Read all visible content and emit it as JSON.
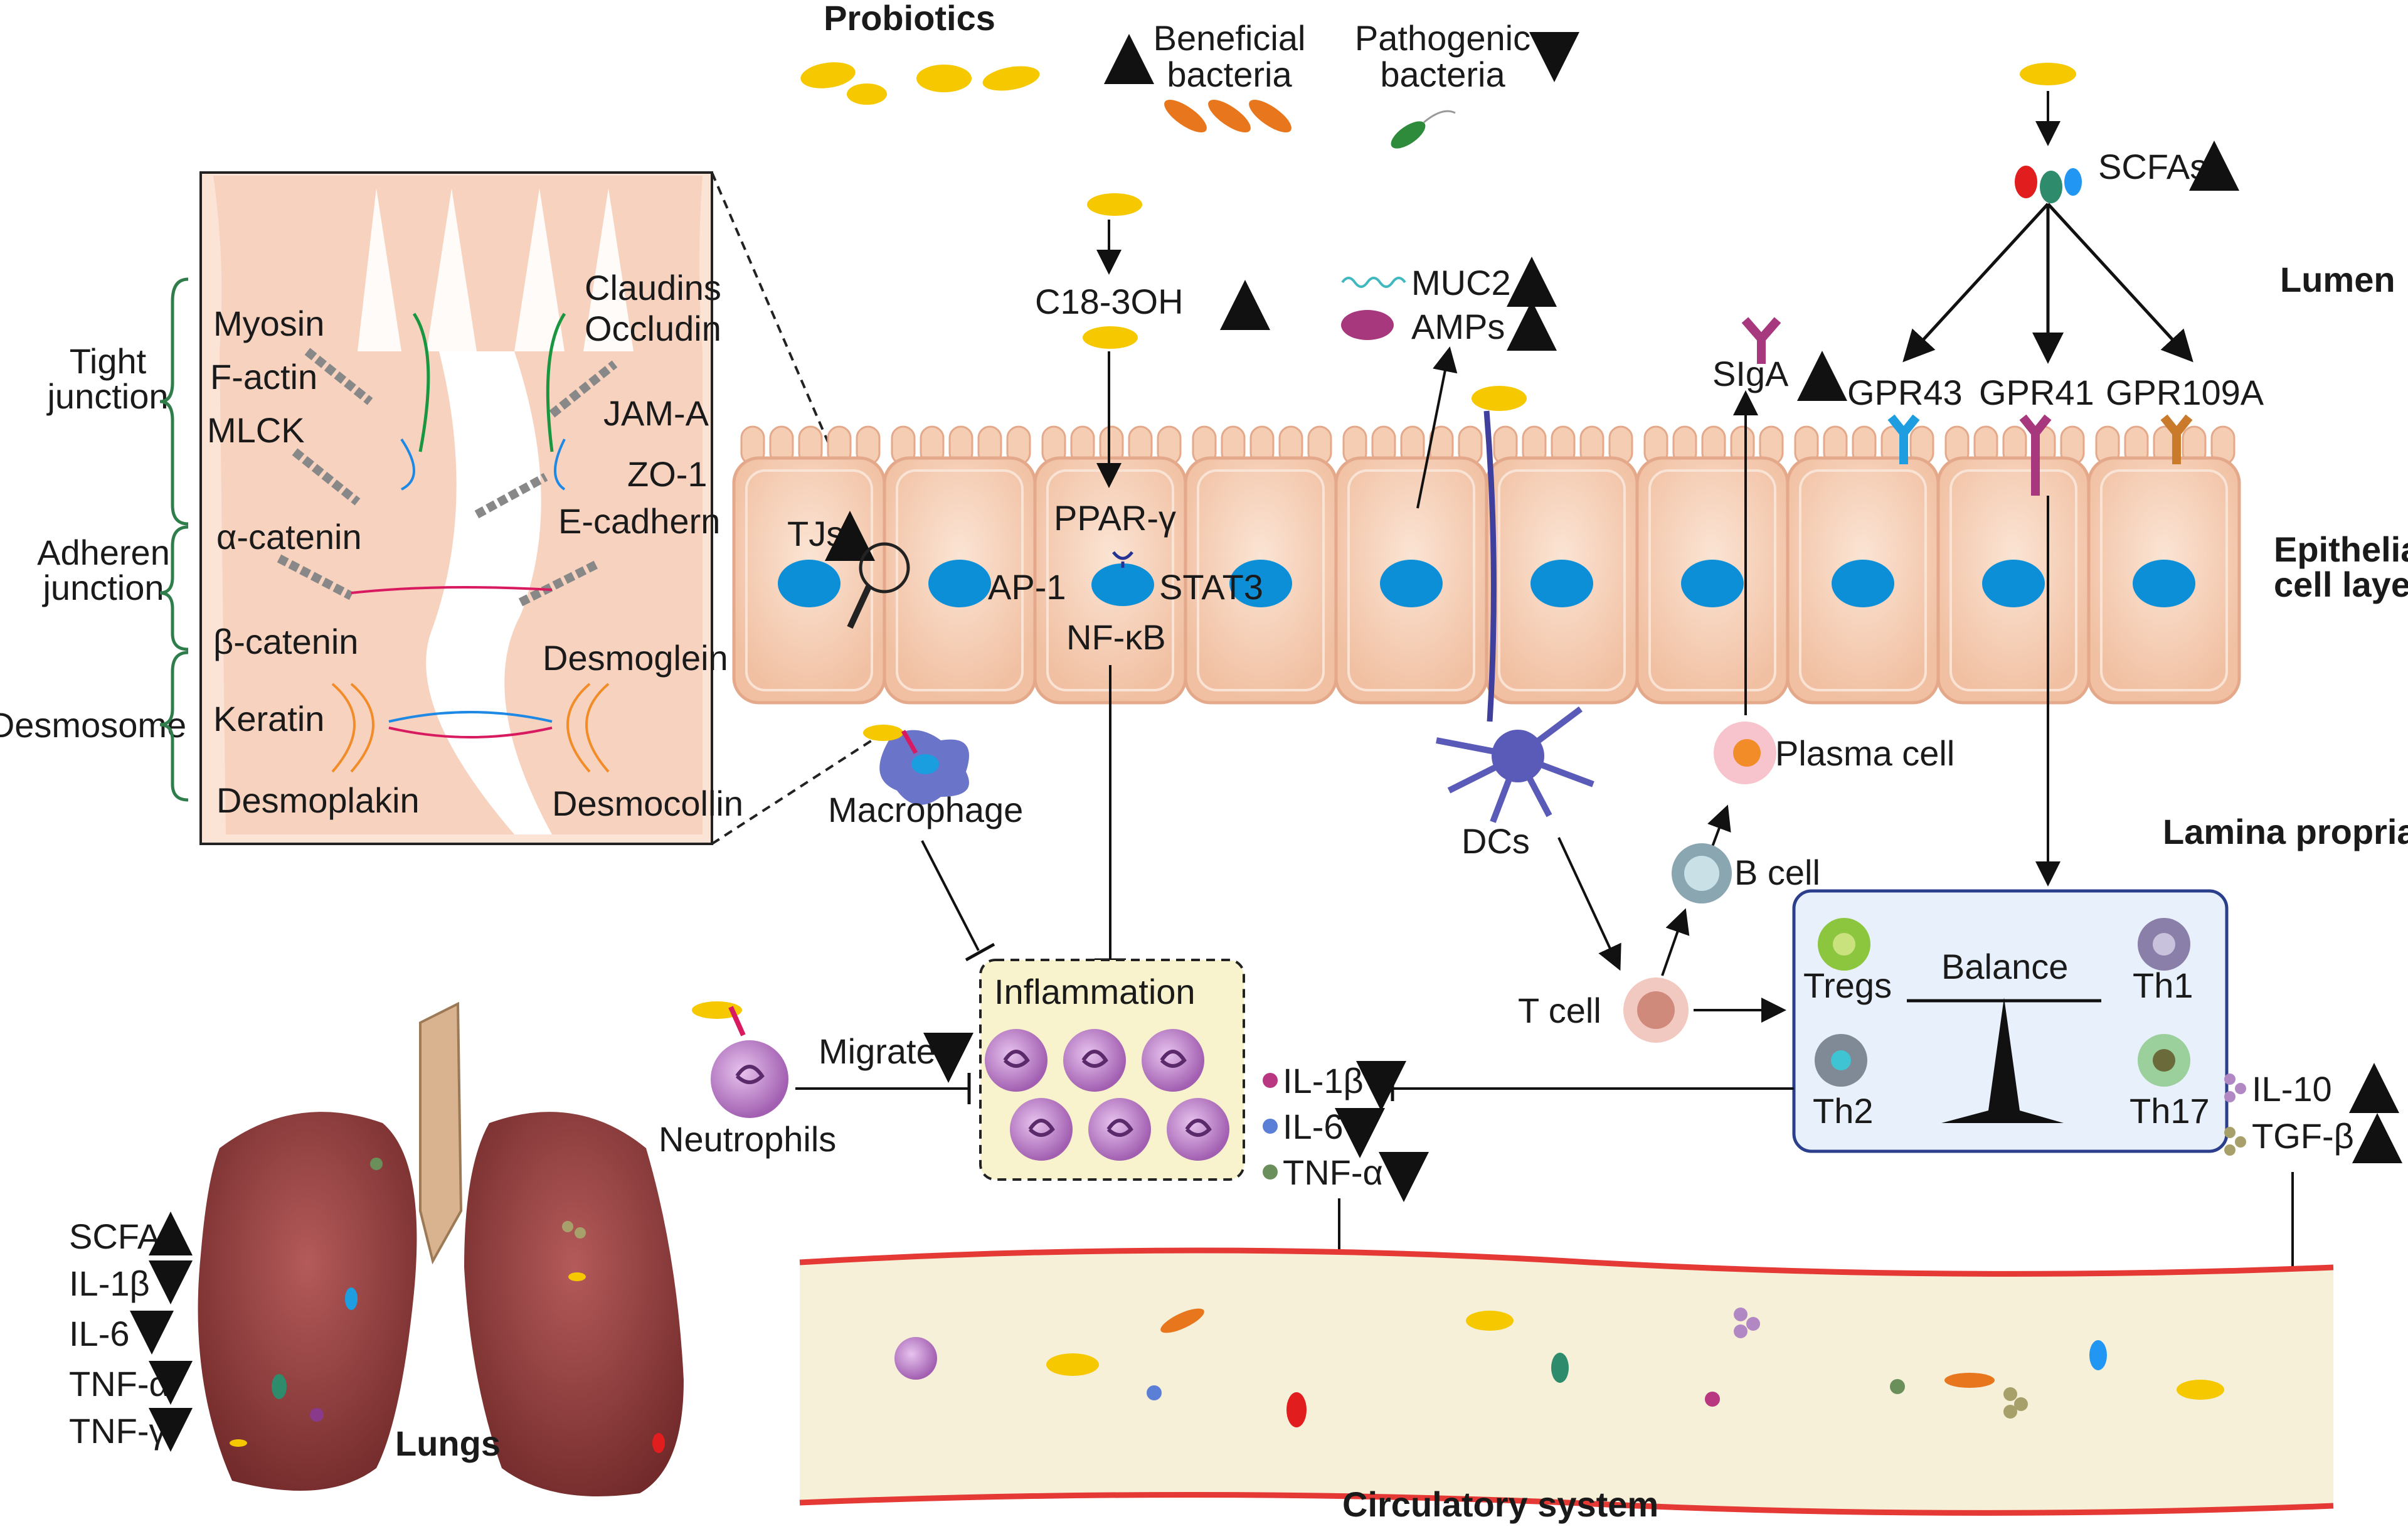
{
  "colors": {
    "up_arrow": "#e21d1d",
    "down_arrow": "#1a9641",
    "epithelium_fill": "#f4cdb3",
    "epithelium_stroke": "#e4a88a",
    "nucleus": "#0d8fd8",
    "bacteria_yellow": "#f5c800",
    "immune_purple": "#b67bc0",
    "balance_box": "#e8f1fb",
    "inflammation_box": "#f8f3cc",
    "vessel": "#f7f0d8",
    "vessel_edge": "#e53935",
    "lung": "#8c3b3b"
  },
  "top": {
    "probiotics": "Probiotics",
    "beneficial": "Beneficial\nbacteria",
    "pathogenic": "Pathogenic\nbacteria"
  },
  "regions": {
    "lumen": "Lumen",
    "epithelial": "Epithelial\ncell layer",
    "lamina": "Lamina propria",
    "circulatory": "Circulatory system",
    "lungs": "Lungs"
  },
  "junction": {
    "tight": "Tight\njunction",
    "adheren": "Adheren\njunction",
    "desmosome": "Desmosome",
    "labels_left": [
      "Myosin",
      "F-actin",
      "MLCK",
      "α-catenin",
      "β-catenin",
      "Keratin",
      "Desmoplakin"
    ],
    "labels_right": [
      "Claudins",
      "Occludin",
      "JAM-A",
      "ZO-1",
      "E-cadhern",
      "Desmoglein",
      "Desmocollin"
    ]
  },
  "pathway": {
    "c18": "C18-3OH",
    "ppar": "PPAR-γ",
    "ap1": "AP-1",
    "stat3": "STAT3",
    "nfkb": "NF-κB",
    "tjs": "TJs",
    "muc2": "MUC2",
    "amps": "AMPs",
    "siga": "SIgA",
    "scfas": "SCFAs",
    "gpr43": "GPR43",
    "gpr41": "GPR41",
    "gpr109a": "GPR109A"
  },
  "cells": {
    "macrophage": "Macrophage",
    "dcs": "DCs",
    "plasma": "Plasma cell",
    "bcell": "B cell",
    "tcell": "T cell",
    "neutrophils": "Neutrophils",
    "migrate": "Migrate",
    "inflammation": "Inflammation"
  },
  "balance": {
    "title": "Balance",
    "tregs": "Tregs",
    "th1": "Th1",
    "th2": "Th2",
    "th17": "Th17"
  },
  "cytokines": {
    "il1b": "IL-1β",
    "il6": "IL-6",
    "tnfa": "TNF-α",
    "il10": "IL-10",
    "tgfb": "TGF-β"
  },
  "lung_markers": [
    "SCFAs",
    "IL-1β",
    "IL-6",
    "TNF-α",
    "TNF-γ"
  ]
}
